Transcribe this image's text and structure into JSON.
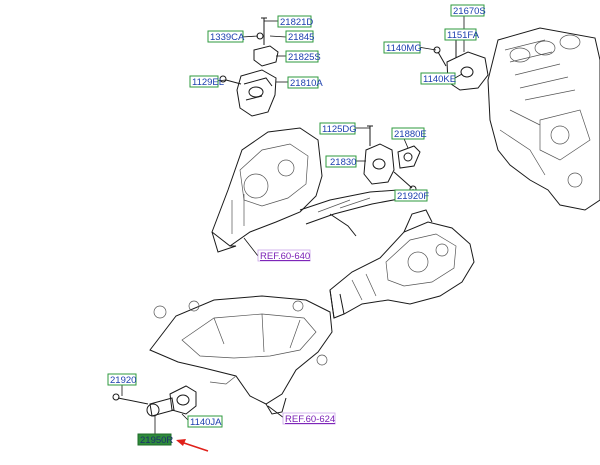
{
  "colors": {
    "label_border": "#2e9a3e",
    "label_text": "#1c3fae",
    "ref_text": "#7a1fb5",
    "highlight_fill": "#2e8b3a",
    "arrow": "#e0201a"
  },
  "labels": {
    "p21821D": "21821D",
    "p1339CA": "1339CA",
    "p21845": "21845",
    "p21825S": "21825S",
    "p1129EL": "1129EL",
    "p21810A": "21810A",
    "p21670S": "21670S",
    "p1151FA": "1151FA",
    "p1140MG": "1140MG",
    "p1140KE": "1140KE",
    "p1125DG": "1125DG",
    "p21880E": "21880E",
    "p21830": "21830",
    "p21920F": "21920F",
    "p21920": "21920",
    "p1140JA": "1140JA",
    "p21950R": "21950R"
  },
  "refs": {
    "ref1": "REF.60-640",
    "ref2": "REF.60-624"
  }
}
